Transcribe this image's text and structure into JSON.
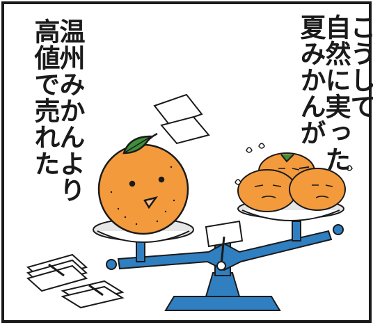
{
  "narration": {
    "right_lines": [
      "こうして",
      "自然に実った",
      "夏みかんが"
    ],
    "left_lines": [
      "温州みかんより",
      "高値で売れた"
    ]
  },
  "colors": {
    "frame": "#1a1a1a",
    "orange": "#f39a3c",
    "orange_shade": "#e07a1f",
    "leaf": "#3e8e3a",
    "scale_blue": "#2f7fc1",
    "plate": "#e6e6e6",
    "paper": "#ffffff"
  },
  "illustration": {
    "scale": "balance-scale",
    "left_pan": "natsumikan",
    "right_pan": "unshu-mikan-pile",
    "floating": "banknotes",
    "ground_left": "money-stacks"
  }
}
